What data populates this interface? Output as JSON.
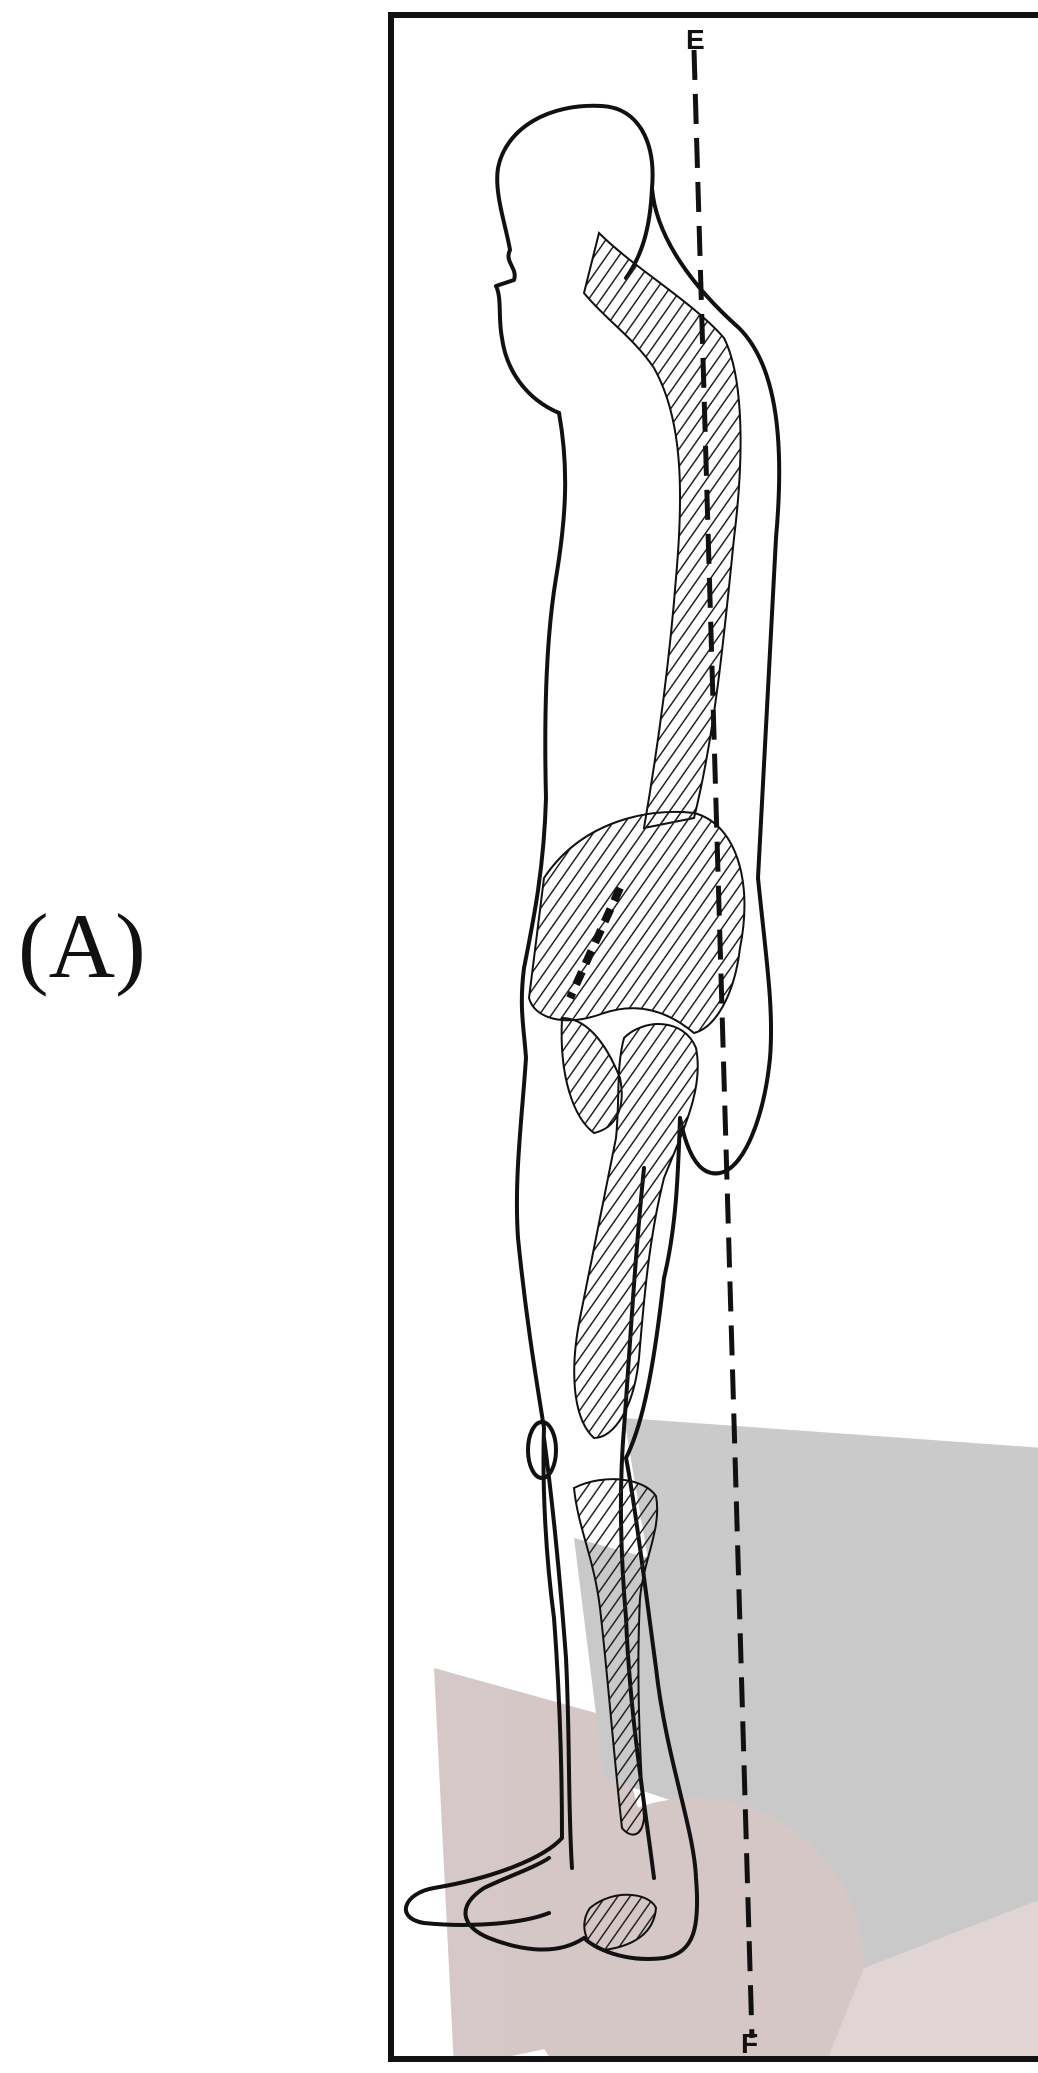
{
  "figure": {
    "panel_label": "(A)",
    "plumb_line": {
      "top_label": "E",
      "bottom_label": "F"
    }
  },
  "colors": {
    "ink": "#111111",
    "watermark_gray": "#9e9e9e",
    "watermark_mauve": "#b59a9a"
  },
  "icons": {
    "figure": "standing-human-side-view-skeleton-diagram",
    "plumb_line": "dashed-vertical-gravity-line"
  }
}
